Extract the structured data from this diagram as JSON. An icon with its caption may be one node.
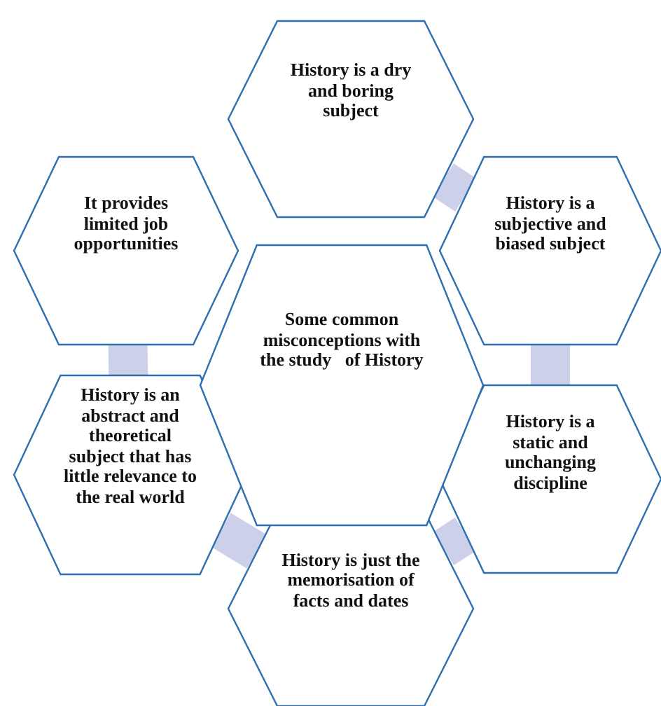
{
  "diagram": {
    "nodes": [
      {
        "text": [
          "History is a dry and boring subject"
        ]
      },
      {
        "text": [
          "History is a subjective and biased subject"
        ]
      },
      {
        "text": [
          "History is a static and unchanging discipline"
        ]
      },
      {
        "text": [
          "History is just the memorisation of facts and dates"
        ]
      },
      {
        "text": [
          "History is an abstract and theoretical subject that has little relevance to the real world"
        ]
      },
      {
        "text": [
          "It provides limited job opportunities"
        ]
      },
      {
        "text": [
          "Some common misconceptions with the study   of History"
        ]
      }
    ],
    "edges": [
      {
        "from": 0,
        "to": 1,
        "arrow": "none"
      },
      {
        "from": 1,
        "to": 2,
        "arrow": "none"
      },
      {
        "from": 2,
        "to": 3,
        "arrow": "none"
      },
      {
        "from": 3,
        "to": 4,
        "arrow": "none"
      },
      {
        "from": 4,
        "to": 5,
        "arrow": "none"
      }
    ]
  }
}
